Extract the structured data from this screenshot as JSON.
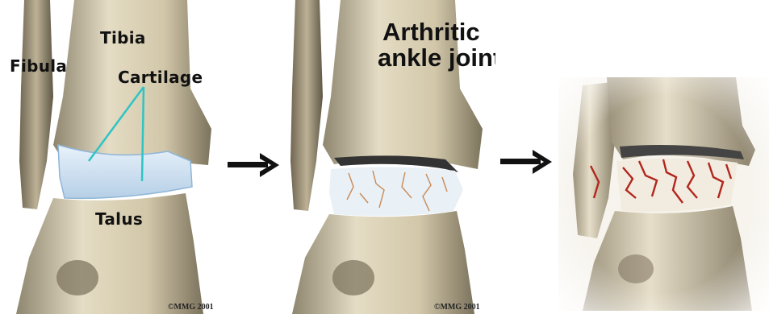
{
  "panels": {
    "normal": {
      "labels": {
        "tibia": "Tibia",
        "fibula": "Fibula",
        "cartilage": "Cartilage",
        "talus": "Talus"
      },
      "copyright": "©MMG 2001"
    },
    "arthritic": {
      "title": "Arthritic\nankle joint",
      "copyright": "©MMG 2001"
    }
  },
  "colors": {
    "bone": "#d9cfb3",
    "cartilage": "#c7dcef",
    "cartilage_line": "#2fc4c4",
    "arthritis": "#b2261d",
    "arrow": "#111111"
  }
}
